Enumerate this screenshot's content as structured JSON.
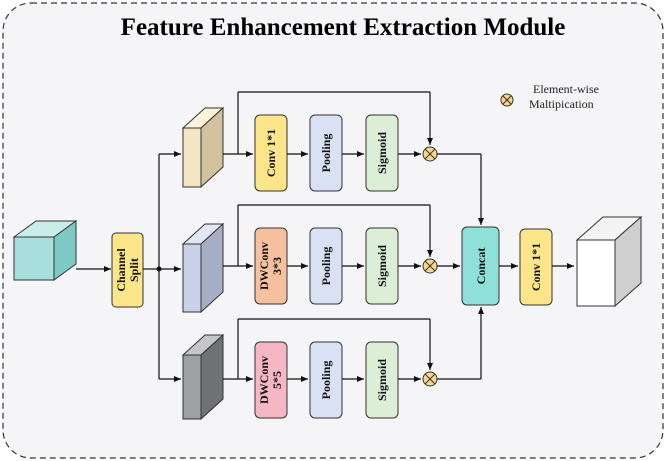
{
  "title": "Feature Enhancement Extraction Module",
  "legend": {
    "label_line1": "Element-wise",
    "label_line2": "Maltipication",
    "icon": "multiply-circle-icon"
  },
  "split_block": {
    "line1": "Channel",
    "line2": "Split"
  },
  "branches": [
    {
      "conv_line1": "Conv 1*1",
      "conv_line2": "",
      "pool": "Pooling",
      "act": "Sigmoid"
    },
    {
      "conv_line1": "DWConv",
      "conv_line2": "3*3",
      "pool": "Pooling",
      "act": "Sigmoid"
    },
    {
      "conv_line1": "DWConv",
      "conv_line2": "5*5",
      "pool": "Pooling",
      "act": "Sigmoid"
    }
  ],
  "concat": "Concat",
  "final_conv": "Conv 1*1",
  "colors": {
    "input_cube": "#a6dfdc",
    "branch1_cube": "#f3e6c2",
    "branch2_cube": "#c9d2e8",
    "branch3_cube": "#9ea1a4",
    "output_cube": "#ffffff",
    "conv1x1": "#fde58a",
    "dwconv3": "#f7c1a0",
    "dwconv5": "#f5b7c2",
    "pooling": "#d9e1f4",
    "sigmoid": "#dcefd6",
    "concat": "#8ee0d8",
    "multiply": "#fbd58a"
  }
}
